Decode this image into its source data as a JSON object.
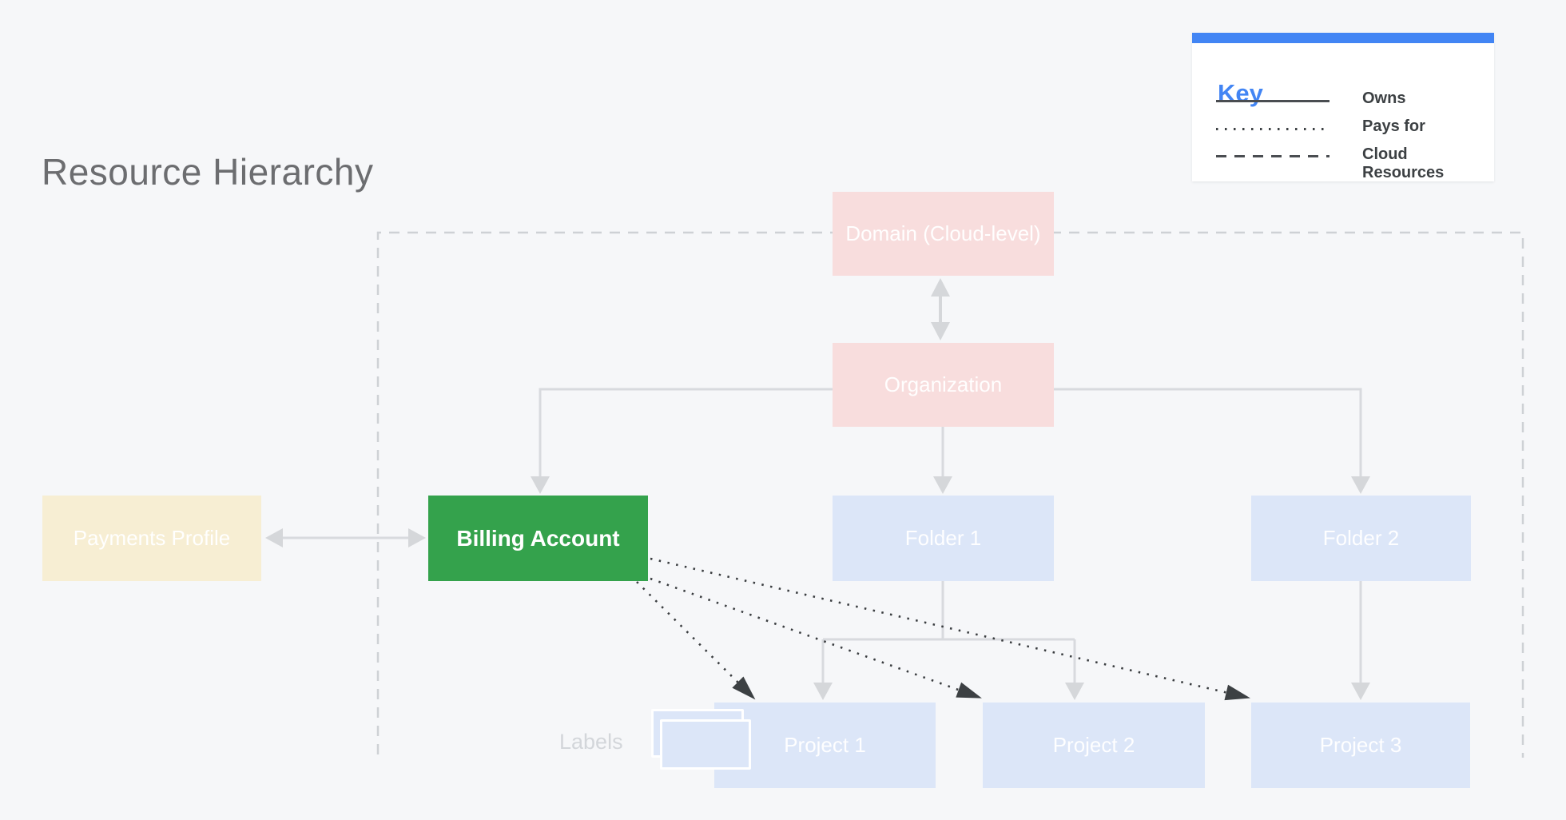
{
  "title": "Resource Hierarchy",
  "legend": {
    "heading": "Key",
    "items": [
      {
        "line_style": "solid",
        "label": "Owns"
      },
      {
        "line_style": "dotted",
        "label": "Pays for"
      },
      {
        "line_style": "dashed",
        "label": "Cloud Resources"
      }
    ]
  },
  "nodes": {
    "domain": {
      "label": "Domain (Cloud-level)",
      "color": "#f8dddd"
    },
    "organization": {
      "label": "Organization",
      "color": "#f8dddd"
    },
    "payments_profile": {
      "label": "Payments Profile",
      "color": "#f7eed3"
    },
    "billing_account": {
      "label": "Billing Account",
      "color": "#34a24c"
    },
    "folder_1": {
      "label": "Folder 1",
      "color": "#dce6f8"
    },
    "folder_2": {
      "label": "Folder 2",
      "color": "#dce6f8"
    },
    "project_1": {
      "label": "Project 1",
      "color": "#dce6f8"
    },
    "project_2": {
      "label": "Project 2",
      "color": "#dce6f8"
    },
    "project_3": {
      "label": "Project 3",
      "color": "#dce6f8"
    }
  },
  "annotations": {
    "labels_caption": "Labels"
  },
  "colors": {
    "background": "#f6f7f9",
    "accent_blue": "#4285f4",
    "title_gray": "#6c6d70",
    "connector_gray": "#d8dade",
    "dashed_boundary_gray": "#ced1d5",
    "pays_for_dark": "#3c4043"
  }
}
